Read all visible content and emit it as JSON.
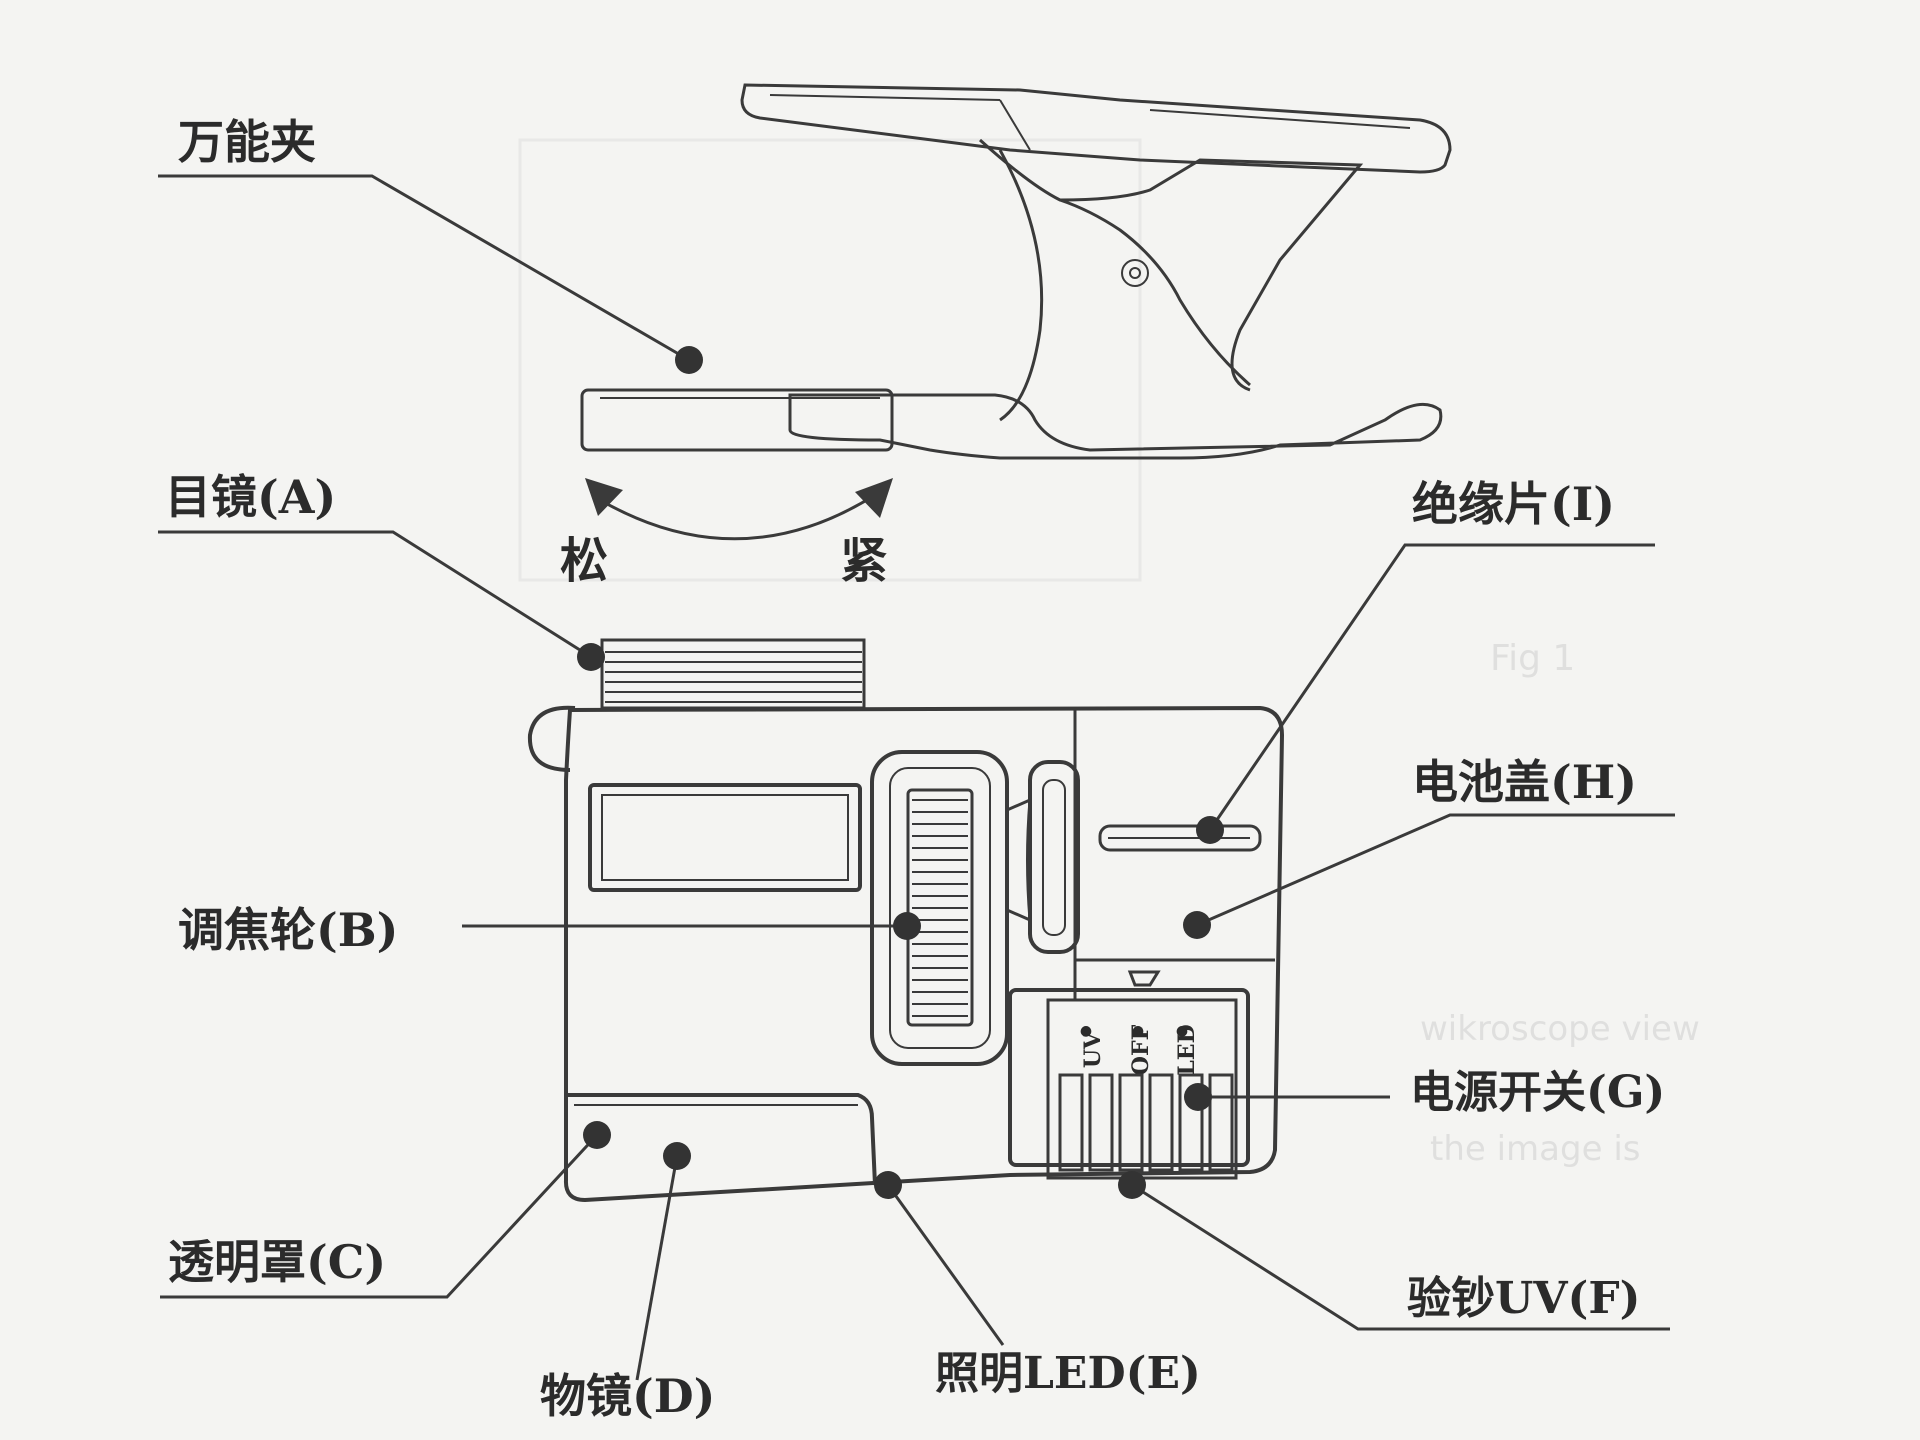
{
  "labels": {
    "clip": "万能夹",
    "eyepiece": "目镜(A)",
    "loosen": "松",
    "tighten": "紧",
    "insulation": "绝缘片(I)",
    "battery_cover": "电池盖(H)",
    "focus_wheel": "调焦轮(B)",
    "power_switch": "电源开关(G)",
    "transparent_cover": "透明罩(C)",
    "uv_check": "验钞UV(F)",
    "objective": "物镜(D)",
    "led": "照明LED(E)"
  },
  "switch_marks": [
    "UV",
    "OFF",
    "LED"
  ],
  "colors": {
    "ink": "#3a3a3a",
    "paper": "#f4f4f2"
  }
}
